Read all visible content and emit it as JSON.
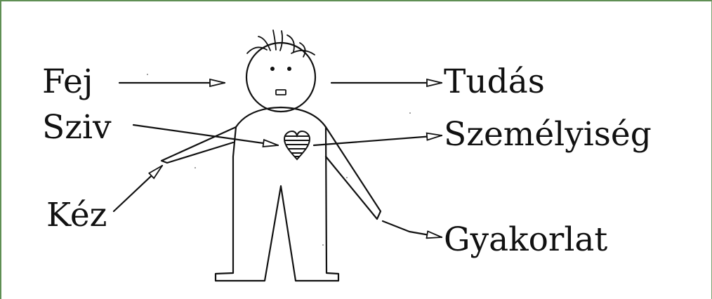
{
  "labels": {
    "head": "Fej",
    "heart": "Sziv",
    "hand": "Kéz",
    "knowledge": "Tudás",
    "personality": "Személyiség",
    "practice": "Gyakorlat"
  },
  "colors": {
    "ink": "#111111",
    "frame_border": "#5f8f54",
    "background": "#ffffff"
  },
  "icons": {
    "figure": "stick-figure-person",
    "heart": "striped-heart-icon",
    "arrows": "arrow-icon"
  }
}
